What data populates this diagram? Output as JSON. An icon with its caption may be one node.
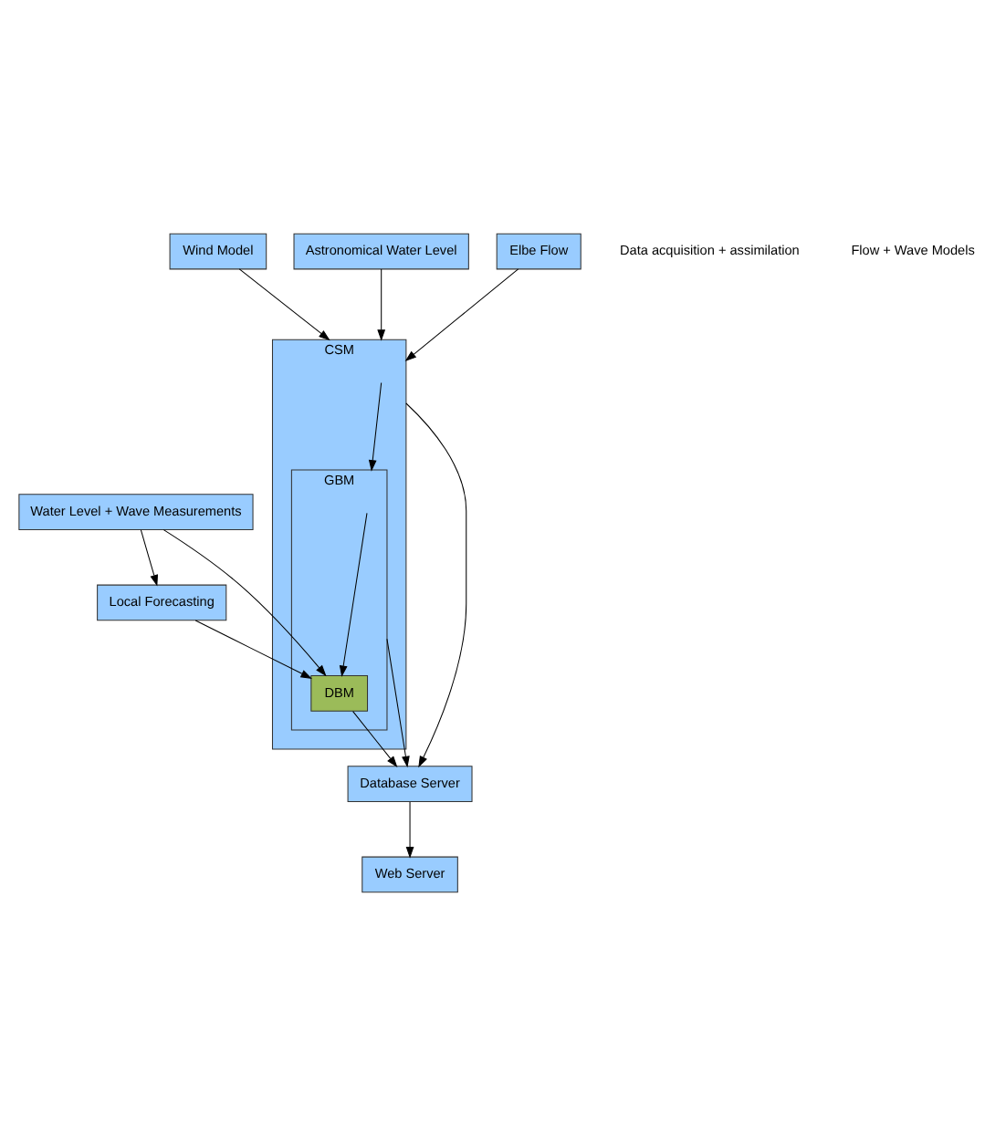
{
  "diagram": {
    "nodes": [
      {
        "text": [
          "Wind Model"
        ]
      },
      {
        "text": [
          "Astronomical Water Level"
        ]
      },
      {
        "text": [
          "Elbe Flow"
        ]
      },
      {
        "text": [
          "CSM"
        ]
      },
      {
        "text": [
          "GBM"
        ],
        "in": 3
      },
      {
        "text": [
          "DBM"
        ],
        "in": 4
      },
      {
        "text": [
          "Water Level + Wave Measurements"
        ]
      },
      {
        "text": [
          "Local Forecasting"
        ]
      },
      {
        "text": [
          "Database Server"
        ]
      },
      {
        "text": [
          "Web Server"
        ]
      }
    ],
    "edges": [
      {
        "from": 0,
        "to": 3,
        "arrow": "to"
      },
      {
        "from": 1,
        "to": 3,
        "arrow": "to"
      },
      {
        "from": 2,
        "to": 3,
        "arrow": "to"
      },
      {
        "from": 3,
        "to": 4,
        "arrow": "to"
      },
      {
        "from": 4,
        "to": 5,
        "arrow": "to"
      },
      {
        "from": 6,
        "to": 7,
        "arrow": "to"
      },
      {
        "from": 6,
        "to": 5,
        "arrow": "to"
      },
      {
        "from": 7,
        "to": 5,
        "arrow": "to"
      },
      {
        "from": 3,
        "to": 8,
        "arrow": "to"
      },
      {
        "from": 4,
        "to": 8,
        "arrow": "to"
      },
      {
        "from": 5,
        "to": 8,
        "arrow": "to"
      },
      {
        "from": 8,
        "to": 9,
        "arrow": "to"
      }
    ],
    "labels": [
      "Data acquisition + assimilation",
      "Flow + Wave Models"
    ]
  }
}
